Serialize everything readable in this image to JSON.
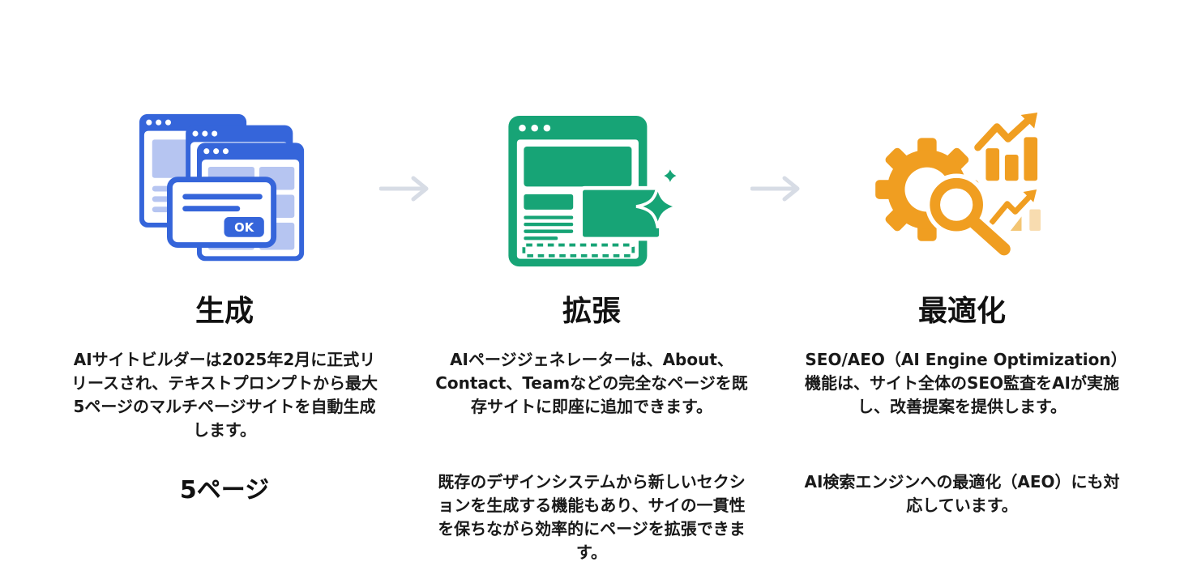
{
  "page": {
    "background_color": "#ffffff",
    "text_color": "#161616"
  },
  "colors": {
    "blue_accent": "#3565da",
    "blue_light_fill": "#b6c5f1",
    "green_accent": "#17a476",
    "orange_accent": "#f09e21",
    "orange_light_fill": "#f8dcb0",
    "flow_arrow_gray": "#d7dce5"
  },
  "icons": {
    "generate": "stacked-browser-windows-ok-dialog-icon",
    "expand": "browser-window-sparkles-icon",
    "optimize": "gear-magnifier-growth-chart-icon",
    "flow": "right-arrow-icon"
  },
  "columns": [
    {
      "title": "生成",
      "paragraphs": [
        "AIサイトビルダーは2025年2月に正式リリースされ、テキストプロンプトから最大5ページのマルチページサイトを自動生成します。"
      ],
      "stat": "5ページ",
      "icon_button_label": "OK"
    },
    {
      "title": "拡張",
      "paragraphs": [
        "AIページジェネレーターは、About、Contact、Teamなどの完全なページを既存サイトに即座に追加できます。",
        "既存のデザインシステムから新しいセクションを生成する機能もあり、サイの一貫性を保ちながら効率的にページを拡張できます。"
      ]
    },
    {
      "title": "最適化",
      "paragraphs": [
        "SEO/AEO（AI Engine Optimization）機能は、サイト全体のSEO監査をAIが実施し、改善提案を提供します。",
        "AI検索エンジンへの最適化（AEO）にも対応しています。"
      ]
    }
  ]
}
